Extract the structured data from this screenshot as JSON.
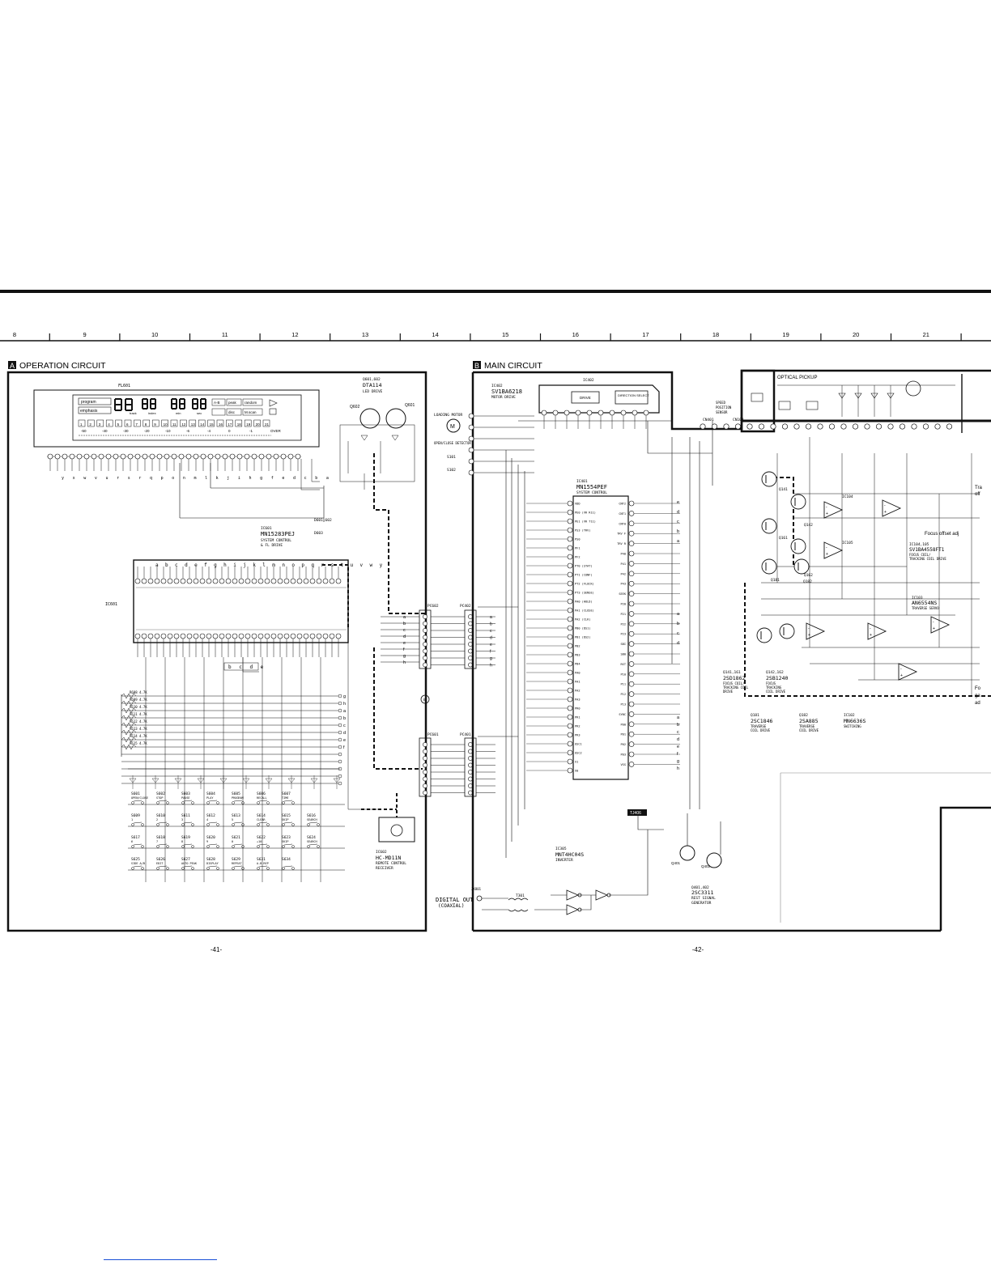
{
  "grid": {
    "columns": [
      "8",
      "9",
      "10",
      "11",
      "12",
      "13",
      "14",
      "15",
      "16",
      "17",
      "18",
      "19",
      "20",
      "21"
    ]
  },
  "sections": {
    "a": {
      "badge": "A",
      "title": "OPERATION CIRCUIT"
    },
    "b": {
      "badge": "B",
      "title": "MAIN CIRCUIT"
    }
  },
  "display": {
    "ref": "FL601",
    "keys_top": [
      "program",
      "emphasis"
    ],
    "keys_right": [
      "A-B",
      "peak",
      "random",
      "disc",
      "M.scan"
    ],
    "units": [
      "track",
      "index",
      "min",
      "sec"
    ],
    "scale": [
      "-50",
      "-40",
      "-30",
      "-20",
      "-10",
      "-6",
      "-4",
      "0",
      "-1",
      "OVER"
    ],
    "pins": "y x w v u r s r q p o n m l k j i h g f e d c b a"
  },
  "operation": {
    "ic601": {
      "ref": "IC601",
      "part": "MN15283PEJ",
      "desc1": "SYSTEM CONTROL",
      "desc2": "& FL DRIVE"
    },
    "q601_602": {
      "ref": "Q601,602",
      "part": "DTA114",
      "desc": "LED DRIVE"
    },
    "q602": "Q602",
    "q601": "Q601",
    "ic602": {
      "ref": "IC602",
      "part": "HC-MD11N",
      "desc1": "REMOTE CONTROL",
      "desc2": "RECEIVER"
    },
    "d601_602": "D601,602",
    "d603": "D603",
    "pin_letters": "a b c d e f g h i j k l m n o p q r s t u v w y",
    "bus_letters": [
      "a",
      "b",
      "c",
      "d",
      "e",
      "f",
      "g",
      "h"
    ],
    "switches": [
      "S601",
      "S602",
      "S603",
      "S604",
      "S605",
      "S606",
      "S607",
      "S609",
      "S610",
      "S611",
      "S612",
      "S613",
      "S614",
      "S615",
      "S616",
      "S617",
      "S618",
      "S619",
      "S620",
      "S621",
      "S622",
      "S623",
      "S624",
      "S625",
      "S626",
      "S627",
      "S628",
      "S629",
      "S631",
      "S634"
    ],
    "switch_labels": [
      "OPEN/CLOSE",
      "STOP",
      "PAUSE",
      "PLAY",
      "PROGRAM",
      "RECALL",
      "TIME",
      "1",
      "2",
      "3",
      "4",
      "5",
      "CLEAR",
      "SKIP",
      "SEARCH",
      "6",
      "7",
      "8",
      "9",
      "0",
      "+10",
      "SKIP",
      "SEARCH",
      "SIDE A/B",
      "EDIT",
      "AUTO PEAK",
      "DISPLAY",
      "REPEAT",
      "A-B REP"
    ],
    "resistors": [
      "R608 4.7K",
      "R609 4.7K",
      "R610 4.7K",
      "R611 4.7K",
      "R612 4.7K",
      "R613 4.7K",
      "R614 4.7K",
      "R615 4.7K",
      "R605 4.7K",
      "R606 4.7K",
      "R607 4.7K"
    ],
    "page_number": "-41-"
  },
  "main": {
    "ic402": {
      "ref": "IC402",
      "part": "SV1BA6218",
      "desc": "MOTOR DRIVE",
      "blocks": [
        "DRIVE",
        "DIRECTION SELECT"
      ]
    },
    "loading_motor": "LOADING MOTOR",
    "open_close_detector": "OPEN/CLOSE DETECTOR",
    "s101": "S101",
    "s102": "S102",
    "ic401": {
      "ref": "IC401",
      "part": "MN1554PEF",
      "desc": "SYSTEM CONTROL"
    },
    "ic401_pins_left": [
      "VDD",
      "PE0 (VR R11)",
      "PE1 (VR T11)",
      "PS3 (TRV)",
      "PS0",
      "PF1",
      "PF2",
      "PT0 (STAT)",
      "PT1 (CONF)",
      "PT2 (FLOCK)",
      "PT3 (SENSE)",
      "PA0 (HOLD)",
      "PA1 (CLOSE)",
      "PA2 (CLK)",
      "PB0 (DS1)",
      "PB1 (DS2)",
      "PB2",
      "PB3",
      "PB4",
      "PA0",
      "PA1",
      "PA2",
      "PA3",
      "PR0",
      "PR1",
      "PR2",
      "PR3",
      "OSC1",
      "OSC2",
      "X1",
      "X0"
    ],
    "ic401_pins_right": [
      "CNT2",
      "CNT1",
      "CNT0",
      "TRV F",
      "TRV R",
      "P40",
      "P41",
      "P42",
      "P43",
      "SEEK",
      "P20",
      "P21",
      "P22",
      "P23",
      "SBI",
      "SB0",
      "RST",
      "P10",
      "P11",
      "P12",
      "P13",
      "SYNC",
      "P00",
      "P01",
      "P02",
      "P03",
      "VSS"
    ],
    "ic305": {
      "ref": "IC305",
      "part": "MNT4HC04S",
      "desc": "INVERTER"
    },
    "digital_out": {
      "line1": "DIGITAL OUT",
      "line2": "(COAXIAL)"
    },
    "jk801": "JK801",
    "t301": "T301",
    "q401_402": {
      "ref": "Q401,402",
      "part": "2SC3311",
      "desc1": "REST SIGNAL",
      "desc2": "GENERATOR"
    },
    "tj406": "TJ406",
    "optical_pickup": "OPTICAL PICKUP",
    "speed_sensor": {
      "line1": "SPEED",
      "line2": "POSITION",
      "line3": "SENSOR"
    },
    "ic104": "IC104",
    "ic105": "IC105",
    "ic104_105": {
      "part": "SV1BA4558FT1",
      "desc1": "FOCUS COIL/",
      "desc2": "TRACKING COIL DRIVE"
    },
    "ic103": {
      "ref": "IC103",
      "part": "AN6554NS",
      "desc": "TRAVERSE SERVO"
    },
    "ic102": {
      "ref": "IC102",
      "part": "MN6636S",
      "desc": "SWITCHING"
    },
    "q141_161": {
      "ref": "Q141,161",
      "part": "2SD1862",
      "desc1": "FOCUS COIL/",
      "desc2": "TRACKING COIL",
      "desc3": "DRIVE"
    },
    "q142_162": {
      "ref": "Q142,162",
      "part": "2SB1240",
      "desc1": "FOCUS",
      "desc2": "TRACKING",
      "desc3": "COIL DRIVE"
    },
    "q181": {
      "ref": "Q181",
      "part": "2SC1846",
      "desc1": "TRAVERSE",
      "desc2": "COIL DRIVE"
    },
    "q182": {
      "ref": "Q182",
      "part": "2SA885",
      "desc1": "TRAVERSE",
      "desc2": "COIL DRIVE"
    },
    "focus_offset": "Focus offset adj",
    "transistors": [
      "Q141",
      "Q142",
      "Q161",
      "Q162",
      "Q181",
      "Q182",
      "Q401",
      "Q402"
    ],
    "edge_labels": [
      "Tra",
      "off",
      "Fo",
      "ga",
      "ad"
    ],
    "page_number": "-42-"
  },
  "connectors": {
    "pc602": "PC602",
    "pc402": "PC402",
    "pc601": "PC601",
    "pc401": "PC401",
    "cn401": "CN401",
    "cn103": "CN103",
    "bus_letters": [
      "a",
      "b",
      "c",
      "d",
      "e",
      "f",
      "g",
      "h"
    ]
  }
}
